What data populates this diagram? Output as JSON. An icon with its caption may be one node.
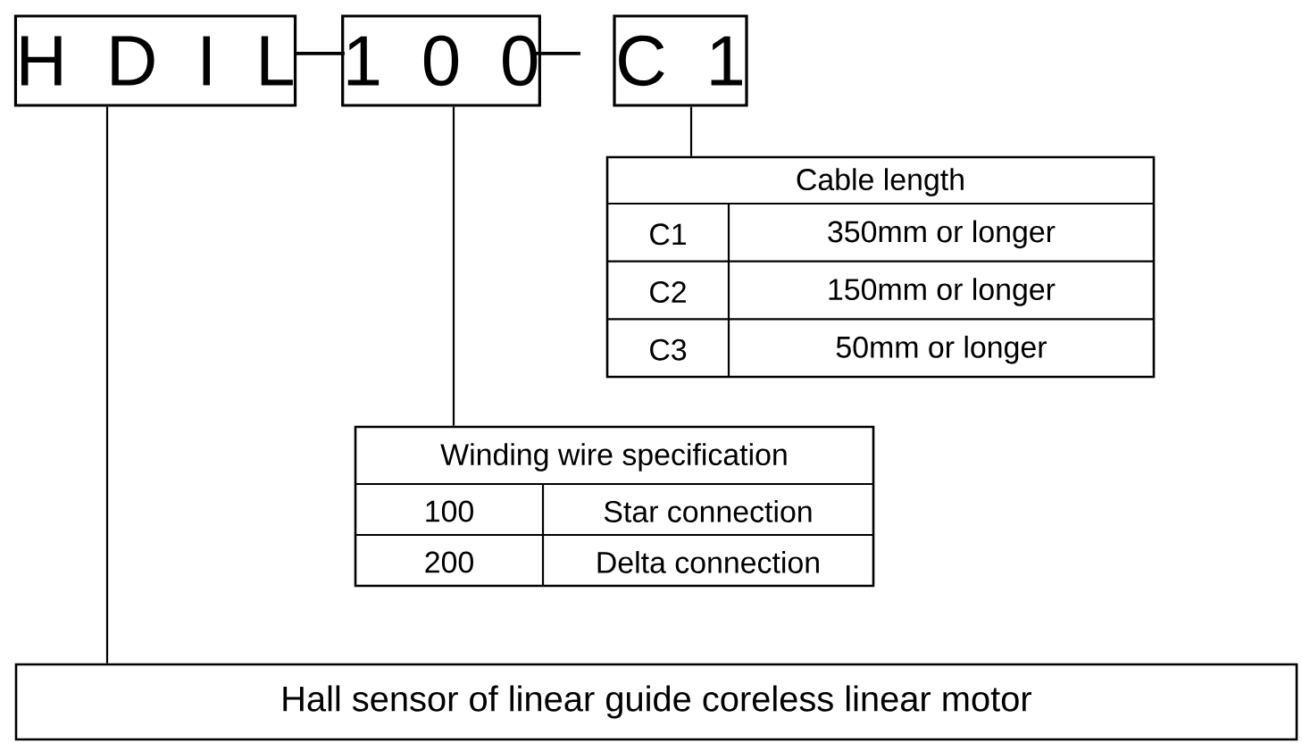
{
  "diagram": {
    "nodes": [
      {
        "text": [
          "H D I L"
        ]
      },
      {
        "text": [
          "1 0 0"
        ]
      },
      {
        "text": [
          "C 1"
        ]
      },
      {
        "text": [
          "Cable length",
          "C1",
          "350mm or longer",
          "C2",
          "150mm or longer",
          "C3",
          "50mm or longer"
        ]
      },
      {
        "text": [
          "Winding wire specification",
          "100",
          "Star connection",
          "200",
          "Delta connection"
        ]
      },
      {
        "text": [
          "Hall sensor of linear guide coreless linear motor"
        ]
      }
    ],
    "edges": [
      {
        "from": 2,
        "to": 3,
        "arrow": "none"
      },
      {
        "from": 1,
        "to": 4,
        "arrow": "none"
      },
      {
        "from": 0,
        "to": 5,
        "arrow": "none"
      }
    ],
    "labels": [
      "—",
      "—"
    ]
  }
}
